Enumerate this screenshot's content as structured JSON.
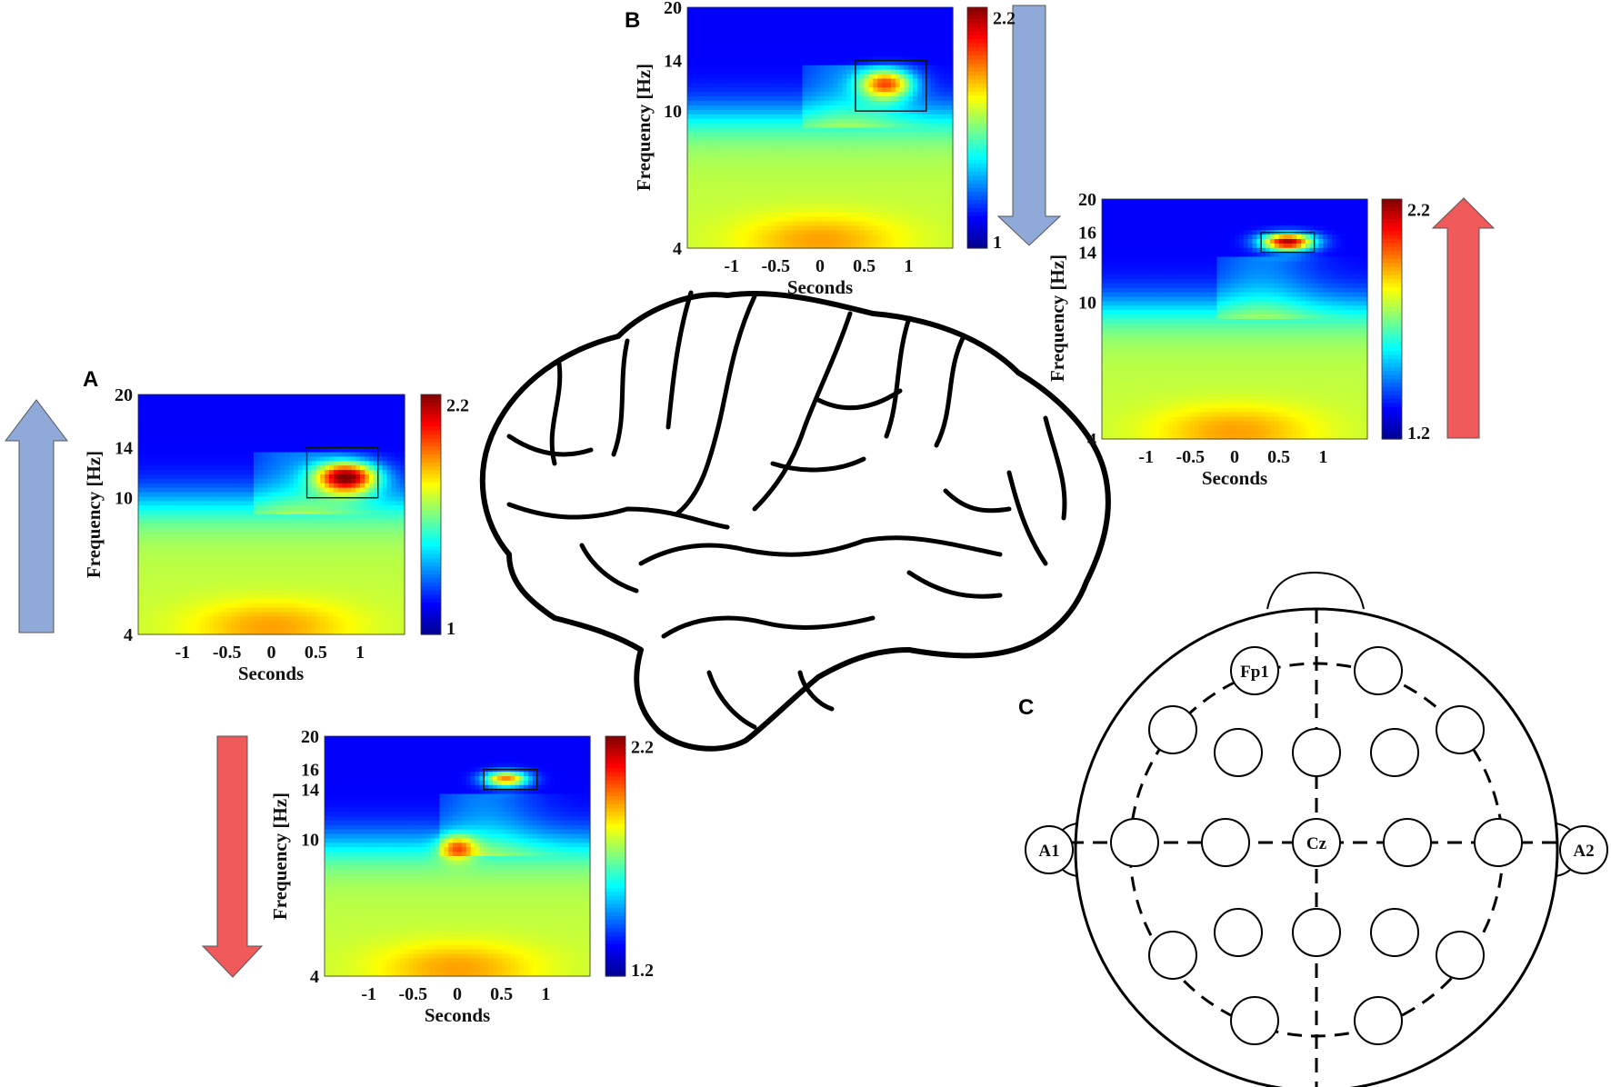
{
  "panel_labels": {
    "a": "A",
    "b": "B",
    "c": "C"
  },
  "colors": {
    "arrow_blue": "#8fa9d8",
    "arrow_red": "#f05a5a",
    "colormap": [
      "#00008f",
      "#0000ff",
      "#0080ff",
      "#00ffff",
      "#80ff80",
      "#ffff00",
      "#ff8000",
      "#ff0000",
      "#800000"
    ]
  },
  "maps": [
    {
      "id": "A",
      "arrow": "up",
      "arrow_color": "blue",
      "ylabel": "Frequency [Hz]",
      "xlabel": "Seconds",
      "yticks": [
        "4",
        "10",
        "14",
        "20"
      ],
      "xticks": [
        "-1",
        "-0.5",
        "0",
        "0.5",
        "1"
      ],
      "cbar_ticks": [
        "1",
        "2.2"
      ],
      "cbar_range": [
        1,
        2.2
      ],
      "roi": {
        "t0": 0.4,
        "t1": 1.2,
        "f0": 10,
        "f1": 14
      },
      "hot": [
        {
          "t": 0.85,
          "f": 11.5,
          "st": 0.35,
          "sf": 1.2,
          "a": 1.15
        }
      ]
    },
    {
      "id": "B",
      "arrow": "down",
      "arrow_color": "blue",
      "ylabel": "Frequency [Hz]",
      "xlabel": "Seconds",
      "yticks": [
        "4",
        "10",
        "14",
        "20"
      ],
      "xticks": [
        "-1",
        "-0.5",
        "0",
        "0.5",
        "1"
      ],
      "cbar_ticks": [
        "1",
        "2.2"
      ],
      "cbar_range": [
        1,
        2.2
      ],
      "roi": {
        "t0": 0.4,
        "t1": 1.2,
        "f0": 10,
        "f1": 14
      },
      "hot": [
        {
          "t": 0.75,
          "f": 12,
          "st": 0.3,
          "sf": 1.2,
          "a": 0.85
        }
      ]
    },
    {
      "id": "R1",
      "arrow": "up",
      "arrow_color": "red",
      "ylabel": "Frequency [Hz]",
      "xlabel": "Seconds",
      "yticks": [
        "4",
        "10",
        "14",
        "16",
        "20"
      ],
      "xticks": [
        "-1",
        "-0.5",
        "0",
        "0.5",
        "1"
      ],
      "cbar_ticks": [
        "1.2",
        "2.2"
      ],
      "cbar_range": [
        1.2,
        2.2
      ],
      "roi": {
        "t0": 0.3,
        "t1": 0.9,
        "f0": 14,
        "f1": 16
      },
      "hot": [
        {
          "t": 0.6,
          "f": 15,
          "st": 0.3,
          "sf": 0.9,
          "a": 1.2
        }
      ]
    },
    {
      "id": "R2",
      "arrow": "down",
      "arrow_color": "red",
      "ylabel": "Frequency [Hz]",
      "xlabel": "Seconds",
      "yticks": [
        "4",
        "10",
        "14",
        "16",
        "20"
      ],
      "xticks": [
        "-1",
        "-0.5",
        "0",
        "0.5",
        "1"
      ],
      "cbar_ticks": [
        "1.2",
        "2.2"
      ],
      "cbar_range": [
        1.2,
        2.2
      ],
      "roi": {
        "t0": 0.3,
        "t1": 0.9,
        "f0": 14,
        "f1": 16
      },
      "hot": [
        {
          "t": 0.55,
          "f": 15,
          "st": 0.25,
          "sf": 0.8,
          "a": 0.9
        },
        {
          "t": 0.0,
          "f": 9.5,
          "st": 0.2,
          "sf": 0.8,
          "a": 0.5
        }
      ]
    }
  ],
  "electrodes": {
    "fp1": "Fp1",
    "cz": "Cz",
    "a1": "A1",
    "a2": "A2"
  }
}
